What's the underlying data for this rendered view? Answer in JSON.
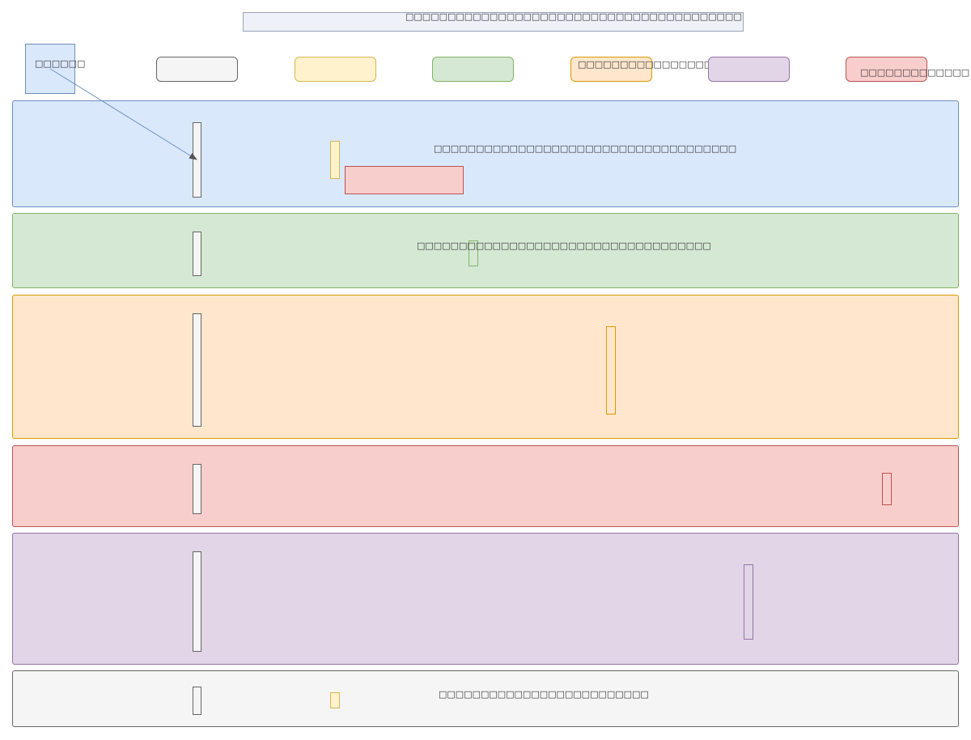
{
  "header": {
    "title": "□□□□□□□□□□□□□□□□□□□□□□□□□□□□□□□□□□□□□□□□"
  },
  "actor": {
    "label": "□□□□□□"
  },
  "participants": [
    {
      "id": "p1",
      "label": "",
      "fill": "#f5f5f5",
      "stroke": "#666666"
    },
    {
      "id": "p2",
      "label": "",
      "fill": "#fff2cc",
      "stroke": "#d6b656"
    },
    {
      "id": "p3",
      "label": "",
      "fill": "#d5e8d4",
      "stroke": "#82b366"
    },
    {
      "id": "p4",
      "label": "□□□□□□□□□□□□□□□□□□□□□□",
      "fill": "#ffe6cc",
      "stroke": "#d79b00"
    },
    {
      "id": "p5",
      "label": "",
      "fill": "#e1d5e7",
      "stroke": "#9673a6"
    },
    {
      "id": "p6",
      "label": "□□□□□□□□□□□□□",
      "fill": "#f8cecc",
      "stroke": "#b85450"
    }
  ],
  "lanes": [
    {
      "id": "lane1",
      "label": "□□□□□□□□□□□□□□□□□□□□□□□□□□□□□□□□□□□□",
      "fill": "#dae8fc",
      "stroke": "#6c8ebf"
    },
    {
      "id": "lane2",
      "label": "□□□□□□□□□□□□□□□□□□□□□□□□□□□□□□□□□□□",
      "fill": "#d5e8d4",
      "stroke": "#82b366"
    },
    {
      "id": "lane3",
      "label": "",
      "fill": "#ffe6cc",
      "stroke": "#d79b00"
    },
    {
      "id": "lane4",
      "label": "",
      "fill": "#f8cecc",
      "stroke": "#b85450"
    },
    {
      "id": "lane5",
      "label": "",
      "fill": "#e1d5e7",
      "stroke": "#9673a6"
    },
    {
      "id": "lane6",
      "label": "□□□□□□□□□□□□□□□□□□□□□□□□□",
      "fill": "#f5f5f5",
      "stroke": "#666666"
    }
  ],
  "colors": {
    "arrow": "#6c8ebf",
    "lifeline_fill": "#f5f5f5",
    "lifeline_stroke": "#666666"
  }
}
